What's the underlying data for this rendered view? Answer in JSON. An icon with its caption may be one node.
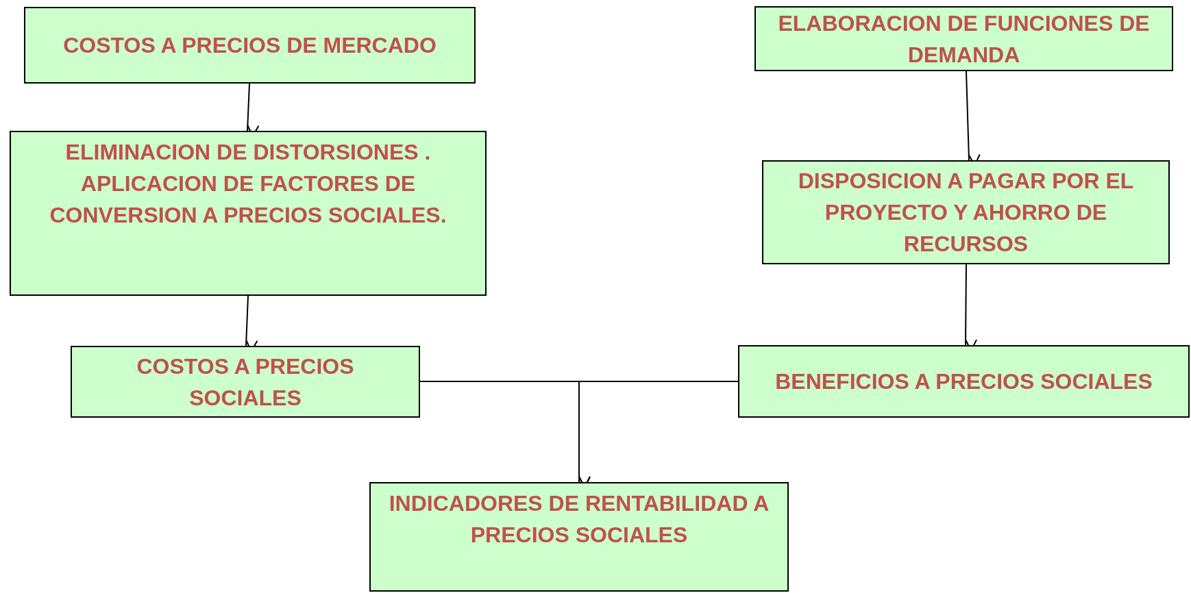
{
  "diagram": {
    "nodes": [
      {
        "text": [
          "COSTOS A PRECIOS DE MERCADO"
        ]
      },
      {
        "text": [
          "ELIMINACION DE DISTORSIONES . APLICACION DE FACTORES DE CONVERSION A PRECIOS SOCIALES."
        ]
      },
      {
        "text": [
          "COSTOS A PRECIOS SOCIALES"
        ]
      },
      {
        "text": [
          "ELABORACION DE FUNCIONES DE DEMANDA"
        ]
      },
      {
        "text": [
          "DISPOSICION A PAGAR POR EL PROYECTO Y AHORRO DE RECURSOS"
        ]
      },
      {
        "text": [
          "BENEFICIOS A PRECIOS SOCIALES"
        ]
      },
      {
        "text": [
          "INDICADORES DE RENTABILIDAD A PRECIOS SOCIALES"
        ]
      }
    ],
    "edges": [
      {
        "from": 0,
        "to": 1,
        "arrow": "to"
      },
      {
        "from": 1,
        "to": 2,
        "arrow": "to"
      },
      {
        "from": 3,
        "to": 4,
        "arrow": "to"
      },
      {
        "from": 4,
        "to": 5,
        "arrow": "to"
      },
      {
        "from": 2,
        "to": 6,
        "arrow": "to"
      },
      {
        "from": 5,
        "to": 6,
        "arrow": "to"
      }
    ]
  }
}
